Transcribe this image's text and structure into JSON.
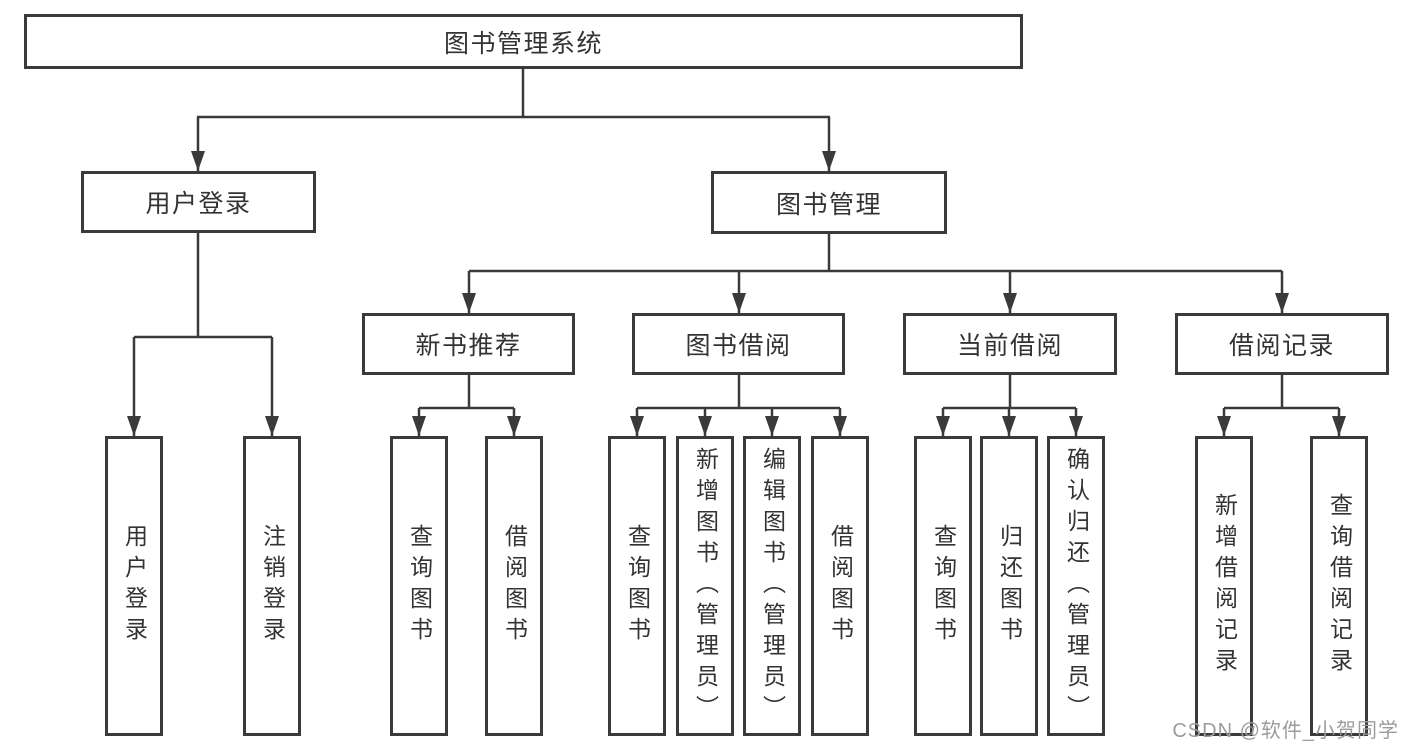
{
  "root": {
    "label": "图书管理系统"
  },
  "level1": [
    {
      "label": "用户登录"
    },
    {
      "label": "图书管理"
    }
  ],
  "level2": [
    {
      "label": "新书推荐"
    },
    {
      "label": "图书借阅"
    },
    {
      "label": "当前借阅"
    },
    {
      "label": "借阅记录"
    }
  ],
  "leaves": {
    "login": [
      {
        "label": "用户登录"
      },
      {
        "label": "注销登录"
      }
    ],
    "recommend": [
      {
        "label": "查询图书"
      },
      {
        "label": "借阅图书"
      }
    ],
    "borrow": [
      {
        "label": "查询图书"
      },
      {
        "label": "新增图书（管理员）"
      },
      {
        "label": "编辑图书（管理员）"
      },
      {
        "label": "借阅图书"
      }
    ],
    "current": [
      {
        "label": "查询图书"
      },
      {
        "label": "归还图书"
      },
      {
        "label": "确认归还（管理员）"
      }
    ],
    "records": [
      {
        "label": "新增借阅记录"
      },
      {
        "label": "查询借阅记录"
      }
    ]
  },
  "watermark": {
    "text": "CSDN @软件_小贺同学"
  },
  "colors": {
    "line": "#3a3a3a",
    "text": "#333333",
    "bg": "#ffffff",
    "watermark": "#9c9c9c"
  }
}
